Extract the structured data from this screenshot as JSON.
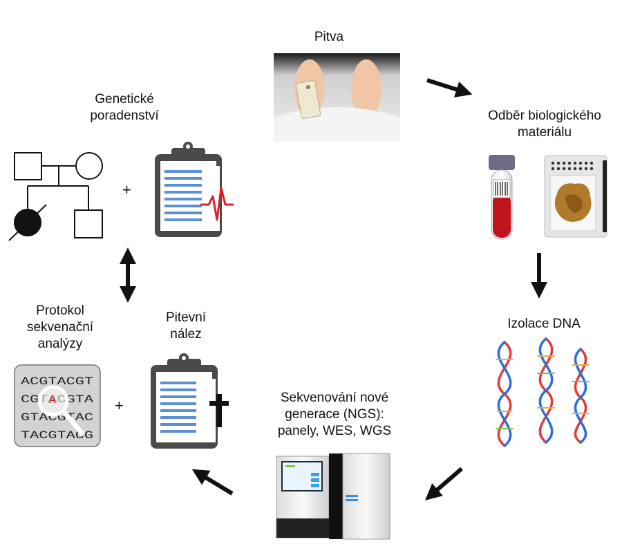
{
  "steps": {
    "autopsy": {
      "label": "Pitva"
    },
    "sampling": {
      "line1": "Odběr biologického",
      "line2": "materiálu"
    },
    "dna_isolation": {
      "label": "Izolace DNA"
    },
    "sequencing": {
      "line1": "Sekvenování nové",
      "line2": "generace (NGS):",
      "line3": "panely, WES, WGS"
    },
    "autopsy_finding": {
      "line1": "Pitevní",
      "line2": "nález"
    },
    "sequencing_protocol": {
      "line1": "Protokol",
      "line2": "sekvenační",
      "line3": "analýzy"
    },
    "genetic_counseling": {
      "line1": "Genetické",
      "line2": "poradenství"
    }
  },
  "plus_sign": "+",
  "sequence_rows": [
    "ACGTACGT",
    "CGTACGTA",
    "GTACGTAC",
    "TACGTACG"
  ],
  "highlight_letter": "A",
  "colors": {
    "arrow": "#111111",
    "clipboard": "#4a4a4a",
    "paper_lines": "#5b8fd6",
    "heart": "#e11d24",
    "blood": "#c0141c"
  }
}
